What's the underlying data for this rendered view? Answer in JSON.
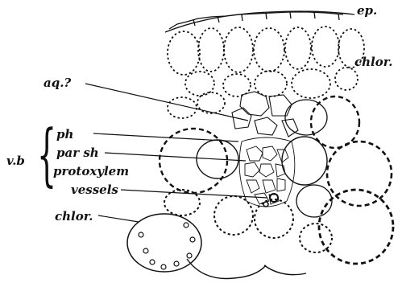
{
  "labels": {
    "ep": "ep.",
    "chlor_right": "chlor.",
    "aq": "aq.?",
    "ph": "ph",
    "par_sh": "par sh",
    "protoxylem": "protoxylem",
    "vessels": "vessels",
    "vb": "v.b",
    "chlor_left": "chlor."
  },
  "colors": {
    "ink": "#111111",
    "paper": "#ffffff"
  }
}
